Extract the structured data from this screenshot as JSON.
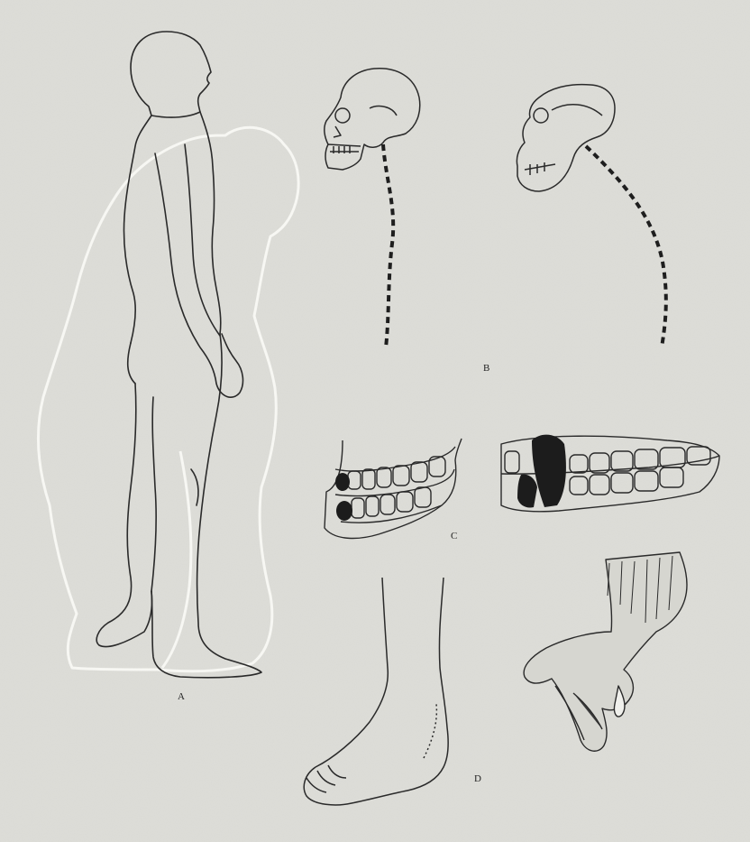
{
  "panels": [
    {
      "id": "A",
      "label": "A"
    },
    {
      "id": "B",
      "label": "B"
    },
    {
      "id": "C",
      "label": "C"
    },
    {
      "id": "D",
      "label": "D"
    }
  ],
  "colors": {
    "paper": "#deded9",
    "ink": "#2a2a2a",
    "ghost_outline": "#f5f5f2",
    "tooth_fill": "#1c1c1c"
  }
}
